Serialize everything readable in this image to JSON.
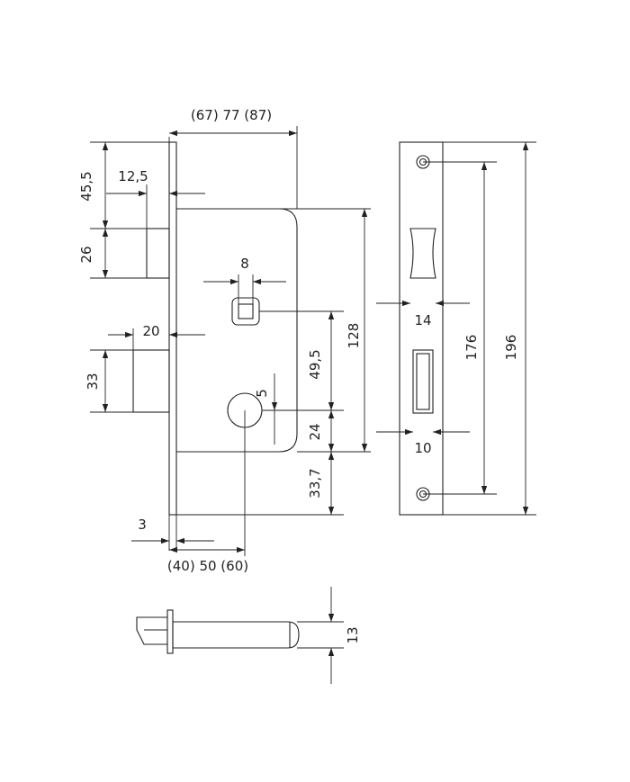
{
  "diagram": {
    "top_width": "(67) 77 (87)",
    "dim_45_5": "45,5",
    "dim_12_5": "12,5",
    "dim_26": "26",
    "dim_8": "8",
    "dim_20": "20",
    "dim_33": "33",
    "dim_5": "5",
    "dim_49_5": "49,5",
    "dim_128": "128",
    "dim_24": "24",
    "dim_33_7": "33,7",
    "dim_3": "3",
    "backset": "(40) 50 (60)",
    "strike_14": "14",
    "strike_10": "10",
    "strike_176": "176",
    "strike_196": "196",
    "side_13": "13"
  }
}
